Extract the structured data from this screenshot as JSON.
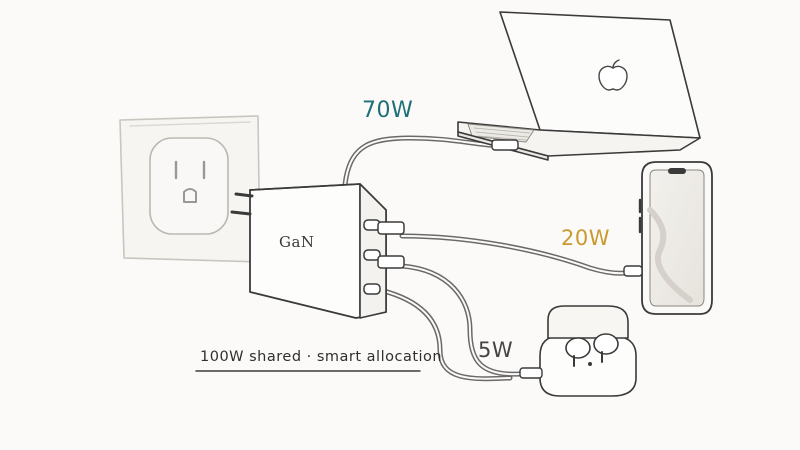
{
  "charger": {
    "badge": "GaN"
  },
  "outputs": {
    "laptop": {
      "label": "70W",
      "color": "#1f6f78",
      "icon": "laptop-icon"
    },
    "phone": {
      "label": "20W",
      "color": "#c99a2e",
      "icon": "phone-icon"
    },
    "earbuds": {
      "label": "5W",
      "color": "#444444",
      "icon": "earbuds-case-icon"
    }
  },
  "caption": "100W shared · smart allocation",
  "icons": [
    "wall-outlet-icon",
    "charger-icon",
    "laptop-icon",
    "phone-icon",
    "earbuds-case-icon",
    "usb-c-plug-icon"
  ]
}
